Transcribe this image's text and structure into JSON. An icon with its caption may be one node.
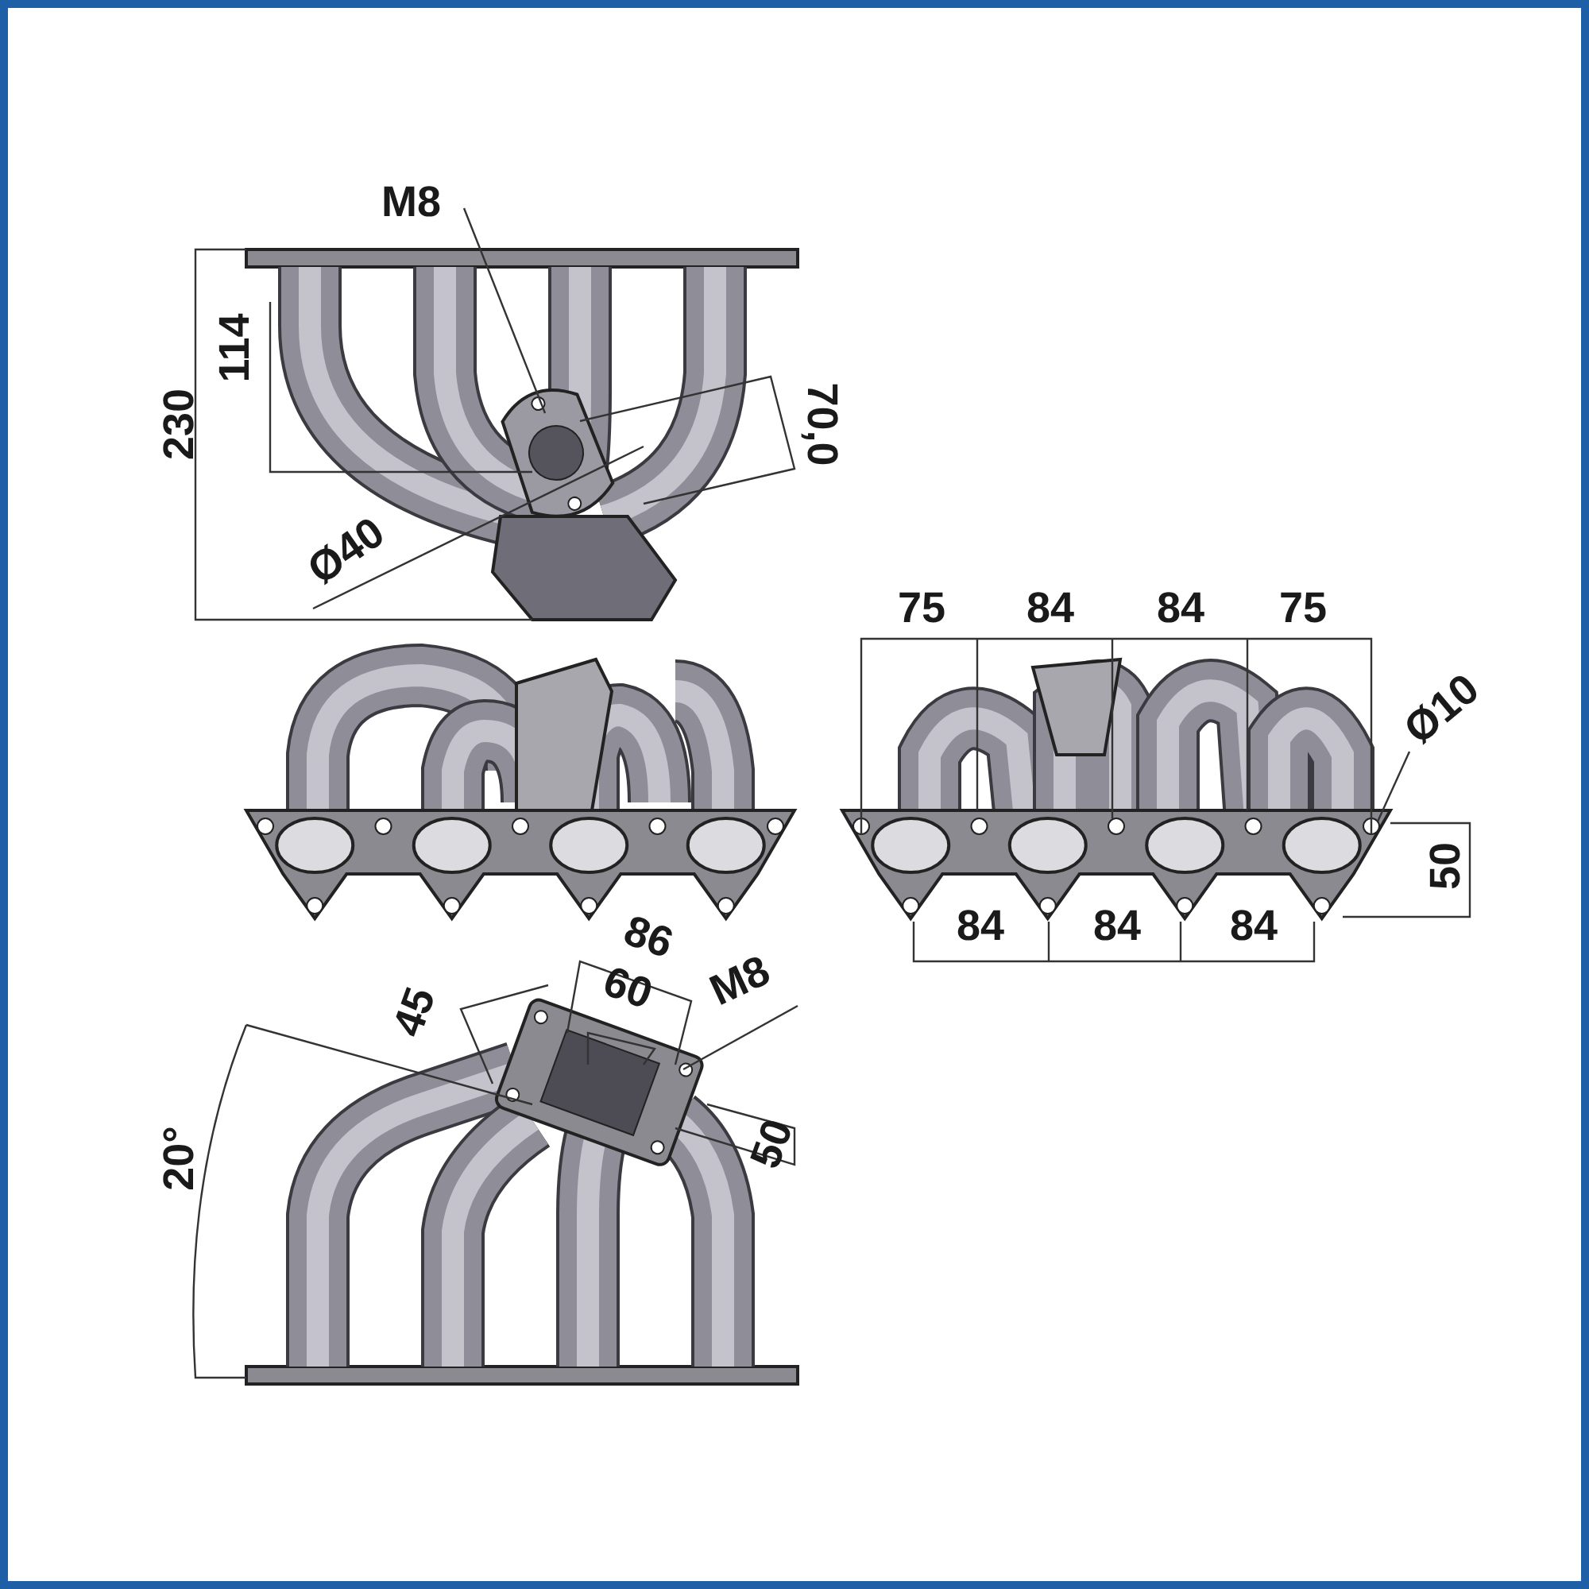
{
  "diagram": {
    "nodes": [
      {
        "text": [
          "M8"
        ]
      },
      {
        "text": [
          "Ø10"
        ]
      },
      {
        "text": [
          "M8"
        ]
      }
    ],
    "edges": [
      {
        "from": 0,
        "to": null,
        "arrow": "none"
      },
      {
        "from": 1,
        "to": null,
        "arrow": "none"
      },
      {
        "from": 2,
        "to": null,
        "arrow": "none"
      }
    ],
    "labels": [
      "230",
      "114",
      "70,0",
      "Ø40",
      "75",
      "84",
      "84",
      "75",
      "50",
      "86",
      "84",
      "84",
      "84",
      "60",
      "45",
      "50",
      "20°"
    ]
  }
}
